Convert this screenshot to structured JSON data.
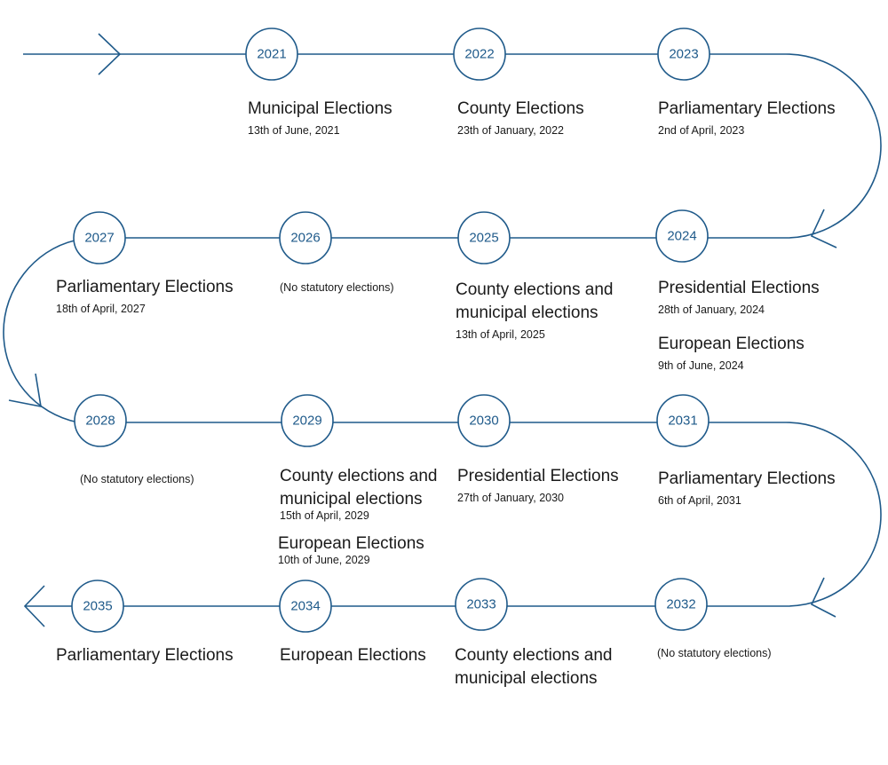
{
  "years": {
    "y2021": "2021",
    "y2022": "2022",
    "y2023": "2023",
    "y2024": "2024",
    "y2025": "2025",
    "y2026": "2026",
    "y2027": "2027",
    "y2028": "2028",
    "y2029": "2029",
    "y2030": "2030",
    "y2031": "2031",
    "y2032": "2032",
    "y2033": "2033",
    "y2034": "2034",
    "y2035": "2035"
  },
  "events": {
    "e2021": {
      "title": "Municipal Elections",
      "date": "13th of June, 2021"
    },
    "e2022": {
      "title": "County Elections",
      "date": "23th of January, 2022"
    },
    "e2023": {
      "title": "Parliamentary Elections",
      "date": "2nd of April, 2023"
    },
    "e2024a": {
      "title": "Presidential Elections",
      "date": "28th of January, 2024"
    },
    "e2024b": {
      "title": "European Elections",
      "date": "9th of June, 2024"
    },
    "e2025": {
      "title_line1": "County elections and",
      "title_line2": "municipal elections",
      "date": "13th of April, 2025"
    },
    "e2026": {
      "note": "(No statutory elections)"
    },
    "e2027": {
      "title": "Parliamentary Elections",
      "date": "18th of April, 2027"
    },
    "e2028": {
      "note": "(No statutory elections)"
    },
    "e2029a": {
      "title_line1": "County elections and",
      "title_line2": "municipal elections",
      "date": "15th of April, 2029"
    },
    "e2029b": {
      "title": "European Elections",
      "date": "10th of June, 2029"
    },
    "e2030": {
      "title": "Presidential Elections",
      "date": "27th of January, 2030"
    },
    "e2031": {
      "title": "Parliamentary Elections",
      "date": "6th of April, 2031"
    },
    "e2032": {
      "note": "(No statutory elections)"
    },
    "e2033": {
      "title_line1": "County elections and",
      "title_line2": "municipal elections"
    },
    "e2034": {
      "title": "European Elections"
    },
    "e2035": {
      "title": "Parliamentary Elections"
    }
  },
  "colors": {
    "line": "#1f5a8a",
    "text": "#1a1a1a"
  }
}
